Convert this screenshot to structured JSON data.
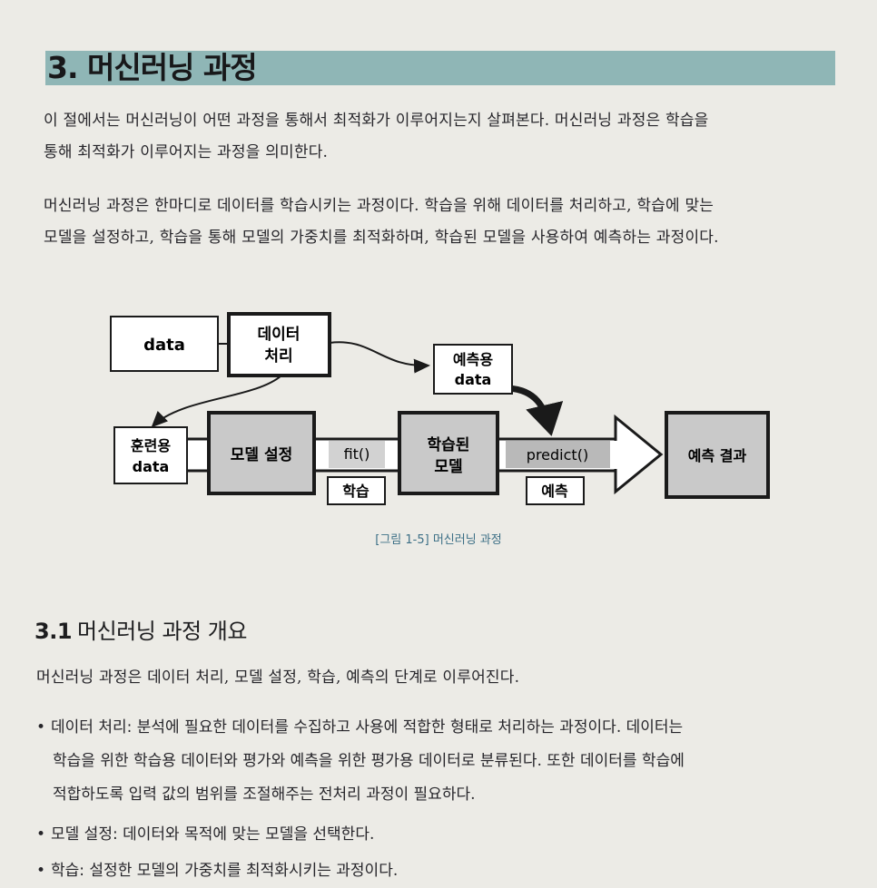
{
  "section3": {
    "title": "3. 머신러닝 과정"
  },
  "intro": {
    "p1_l1": "이 절에서는 머신러닝이 어떤 과정을 통해서 최적화가 이루어지는지 살펴본다. 머신러닝 과정은 학습을",
    "p1_l2": "통해 최적화가 이루어지는 과정을 의미한다.",
    "p2_l1": "머신러닝 과정은 한마디로 데이터를 학습시키는 과정이다. 학습을 위해 데이터를 처리하고, 학습에 맞는",
    "p2_l2": "모델을 설정하고, 학습을 통해 모델의 가중치를 최적화하며, 학습된 모델을 사용하여 예측하는 과정이다."
  },
  "diagram": {
    "data": "data",
    "processing_l1": "데이터",
    "processing_l2": "처리",
    "pred_l1": "예측용",
    "pred_l2": "data",
    "train_l1": "훈련용",
    "train_l2": "data",
    "model_setup": "모델 설정",
    "fit": "fit()",
    "learn": "학습",
    "trained_l1": "학습된",
    "trained_l2": "모델",
    "predict": "predict()",
    "predict_tag": "예측",
    "result": "예측 결과"
  },
  "caption": "[그림 1-5] 머신러닝 과정",
  "section31": {
    "num": "3.1",
    "title": "머신러닝 과정 개요"
  },
  "overview": "머신러닝 과정은 데이터 처리, 모델 설정, 학습, 예측의 단계로 이루어진다.",
  "bullets": {
    "b1_label": "데이터 처리:",
    "b1_l1": " 분석에 필요한 데이터를 수집하고 사용에 적합한 형태로 처리하는 과정이다. 데이터는",
    "b1_l2": "학습을 위한 학습용 데이터와 평가와 예측을 위한 평가용 데이터로 분류된다. 또한 데이터를 학습에",
    "b1_l3": "적합하도록 입력 값의 범위를 조절해주는 전처리 과정이 필요하다.",
    "b2_label": "모델 설정:",
    "b2_text": " 데이터와 목적에 맞는 모델을 선택한다.",
    "b3_label": "학습:",
    "b3_text": " 설정한 모델의 가중치를 최적화시키는 과정이다."
  },
  "colors": {
    "title_bar": "#8fb6b6",
    "caption": "#3c6f86",
    "box_gray": "#c9c9c9"
  }
}
